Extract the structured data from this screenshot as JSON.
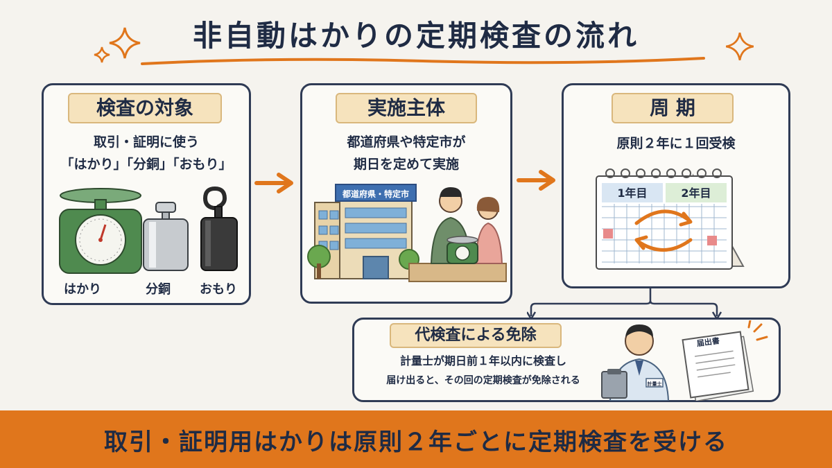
{
  "title": "非自動はかりの定期検査の流れ",
  "panels": {
    "target": {
      "label": "検査の対象",
      "text_line1": "取引・証明に使う",
      "text_line2": "「はかり」「分銅」「おもり」",
      "captions": [
        "はかり",
        "分銅",
        "おもり"
      ]
    },
    "authority": {
      "label": "実施主体",
      "text_line1": "都道府県や特定市が",
      "text_line2": "期日を定めて実施",
      "building_sign": "都道府県・特定市"
    },
    "cycle": {
      "label": "周 期",
      "text": "原則２年に１回受検",
      "year1": "1年目",
      "year2": "2年目"
    },
    "exemption": {
      "label": "代検査による免除",
      "text_line1": "計量士が期日前１年以内に検査し",
      "text_line2": "届け出ると、その回の定期検査が免除される",
      "document_title": "届出書",
      "badge_text": "計量士"
    }
  },
  "bottom_banner": "取引・証明用はかりは原則２年ごとに定期検査を受ける",
  "colors": {
    "accent_orange": "#e0761c",
    "navy": "#1f2b44",
    "label_bg": "#f6e3bd",
    "scale_green": "#4f8a4f"
  }
}
